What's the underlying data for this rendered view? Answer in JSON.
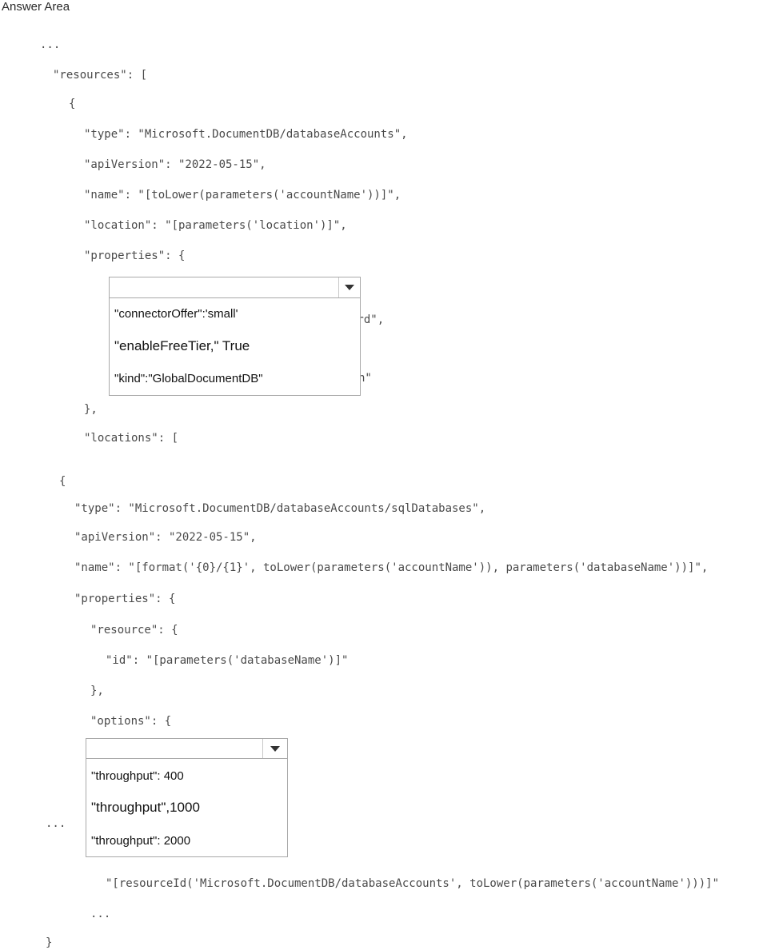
{
  "title": "Answer Area",
  "code_lines": {
    "ellipsis_top": "...",
    "resources_open": "\"resources\": [",
    "brace_open_1": "{",
    "type_1": "\"type\": \"Microsoft.DocumentDB/databaseAccounts\",",
    "api_1": "\"apiVersion\": \"2022-05-15\",",
    "name_1": "\"name\": \"[toLower(parameters('accountName'))]\",",
    "location_1": "\"location\": \"[parameters('location')]\",",
    "properties_1": "\"properties\": {",
    "hidden_1": "ard\",",
    "hidden_2": "n\"",
    "props_close_1": "},",
    "locations_1": "\"locations\": [",
    "brace_open_2": "{",
    "type_2": "\"type\": \"Microsoft.DocumentDB/databaseAccounts/sqlDatabases\",",
    "api_2": "\"apiVersion\": \"2022-05-15\",",
    "name_2": "\"name\": \"[format('{0}/{1}', toLower(parameters('accountName')), parameters('databaseName'))]\",",
    "properties_2": "\"properties\": {",
    "resource_open": "\"resource\": {",
    "id_line": "\"id\": \"[parameters('databaseName')]\"",
    "resource_close": "},",
    "options_open": "\"options\": {",
    "ellipsis_left": "...",
    "resource_id": "\"[resourceId('Microsoft.DocumentDB/databaseAccounts', toLower(parameters('accountName')))]\"",
    "ellipsis_bottom": "...",
    "brace_close_final": "}"
  },
  "dropdown_1": {
    "selected": "",
    "options": [
      "\"connectorOffer\":'small'",
      "\"enableFreeTier,\" True",
      "\"kind\":\"GlobalDocumentDB\""
    ]
  },
  "dropdown_2": {
    "selected": "",
    "options": [
      "\"throughput\": 400",
      "\"throughput\",1000",
      "\"throughput\": 2000"
    ]
  }
}
